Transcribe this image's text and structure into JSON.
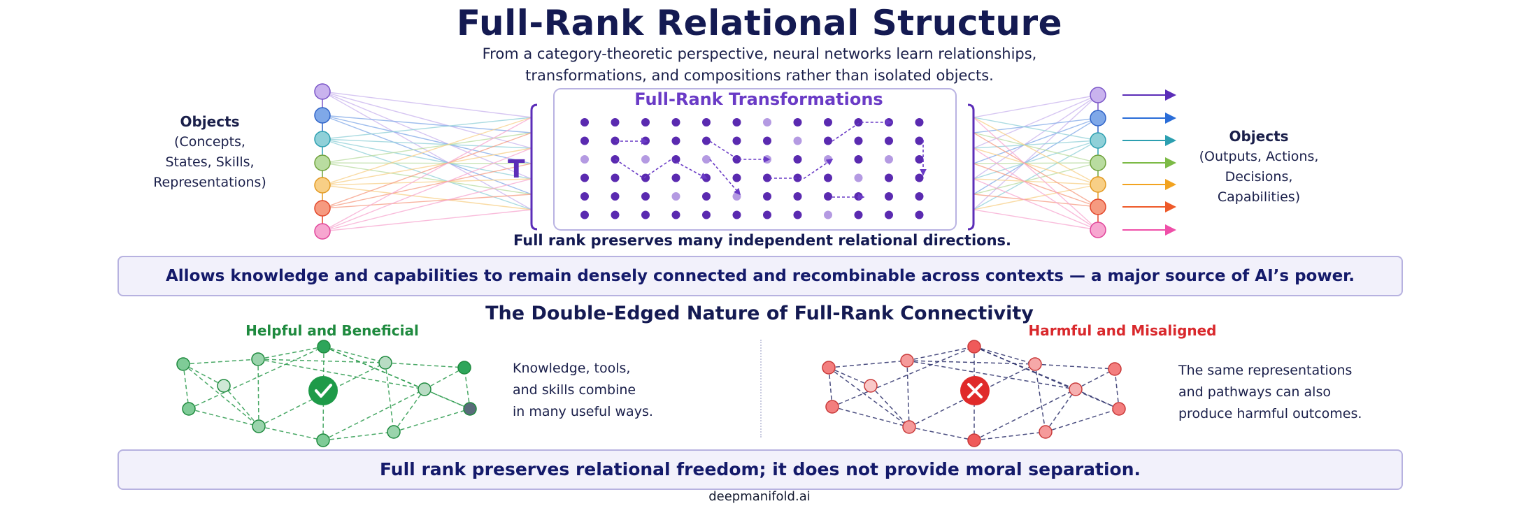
{
  "title": "Full-Rank Relational Structure",
  "subtitle_line1": "From a category-theoretic perspective, neural networks learn relationships,",
  "subtitle_line2": "transformations, and compositions rather than isolated objects.",
  "left_objects": {
    "heading": "Objects",
    "lines": [
      "(Concepts,",
      "States, Skills,",
      "Representations)"
    ]
  },
  "right_objects": {
    "heading": "Objects",
    "lines": [
      "(Outputs, Actions,",
      "Decisions,",
      "Capabilities)"
    ]
  },
  "transform_box_title": "Full-Rank Transformations",
  "transform_symbol": "T",
  "full_rank_caption": "Full rank preserves many independent relational directions.",
  "banner_top": "Allows knowledge and capabilities to remain densely connected and recombinable across contexts — a major source of AI’s power.",
  "double_edged_title": "The Double-Edged Nature of Full-Rank Connectivity",
  "helpful": {
    "title": "Helpful and Beneficial",
    "lines": [
      "Knowledge, tools,",
      "and skills combine",
      "in many useful ways."
    ],
    "icon": "check-icon"
  },
  "harmful": {
    "title": "Harmful and Misaligned",
    "lines": [
      "The same representations",
      "and pathways can also",
      "produce harmful outcomes."
    ],
    "icon": "x-icon"
  },
  "banner_bottom": "Full rank preserves relational freedom; it does not provide moral separation.",
  "footer": "deepmanifold.ai",
  "colors": {
    "title": "#141a52",
    "purple": "#6a3bc6",
    "green": "#1e8a3e",
    "red": "#d9282c",
    "node_colors": [
      "#c9b3ee",
      "#7fa8e8",
      "#8fd0d8",
      "#b9dca0",
      "#f8cf86",
      "#f69a80",
      "#f7a6d0"
    ],
    "arrow_colors": [
      "#5b2db8",
      "#2a6dd8",
      "#2c9fb0",
      "#7cba46",
      "#f2a320",
      "#ee5a2a",
      "#ef4fa8"
    ]
  }
}
